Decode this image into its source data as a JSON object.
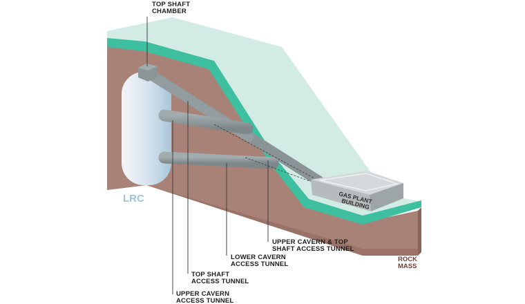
{
  "labels": {
    "top_shaft_chamber": [
      "TOP SHAFT",
      "CHAMBER"
    ],
    "upper_cavern_top_shaft_access": [
      "UPPER CAVERN & TOP",
      "SHAFT ACCESS TUNNEL"
    ],
    "lower_cavern_access": [
      "LOWER CAVERN",
      "ACCESS TUNNEL"
    ],
    "top_shaft_access": [
      "TOP SHAFT",
      "ACCESS TUNNEL"
    ],
    "upper_cavern_access": [
      "UPPER CAVERN",
      "ACCESS TUNNEL"
    ],
    "rock_mass": [
      "ROCK",
      "MASS"
    ],
    "gas_plant_building": [
      "GAS PLANT",
      "BUILDING"
    ],
    "lrc": "LRC"
  },
  "colors": {
    "rock": "#a77f74",
    "rock_dark": "#8d665c",
    "ground_surface": "#cdeae2",
    "ground_edge": "#3dbfa0",
    "tunnel": "#8e989a",
    "tunnel_dark": "#6f797b",
    "cavern": "#dde8f1",
    "building": "#bcc2c4",
    "line": "#333333"
  }
}
